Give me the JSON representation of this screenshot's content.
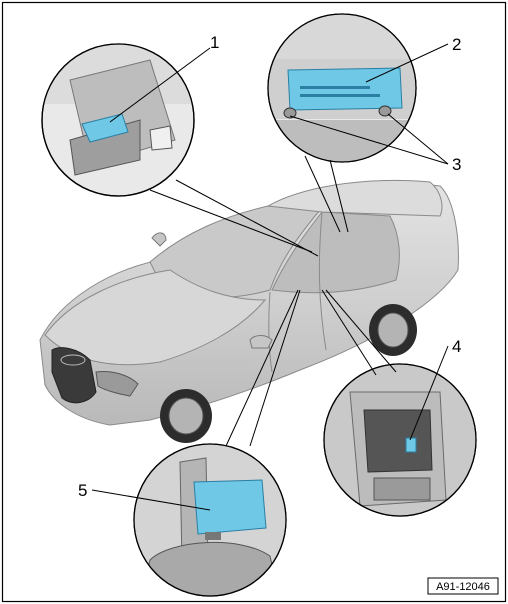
{
  "callouts": [
    "1",
    "2",
    "3",
    "4",
    "5"
  ],
  "reference_code": "A91-12046",
  "colors": {
    "part_highlight": "#6fc8e6",
    "part_outline": "#2a7fa3",
    "vehicle_body": "#d2d2d2",
    "frame": "#000000"
  }
}
